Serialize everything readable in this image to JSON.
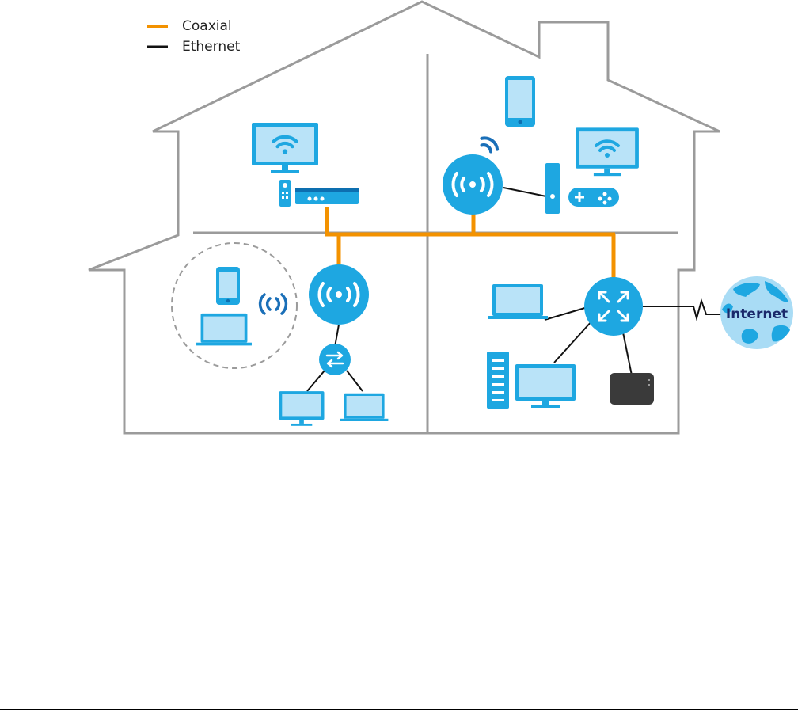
{
  "legend": {
    "coaxial": {
      "label": "Coaxial",
      "color": "#f39200"
    },
    "ethernet": {
      "label": "Ethernet",
      "color": "#111111"
    }
  },
  "internet_label": "Internet",
  "colors": {
    "house_outline": "#9b9b9b",
    "device_blue": "#1ea7e1",
    "device_light": "#b9e3f8",
    "device_dark": "#0d6fb0",
    "nas_gray": "#3a3a3a",
    "globe_fill": "#a9dcf5",
    "globe_land": "#1ea7e1"
  },
  "icons": [
    "smart-tv-icon",
    "set-top-box-icon",
    "remote-control-icon",
    "tablet-icon",
    "smartphone-icon",
    "laptop-icon",
    "monitor-icon",
    "wifi-extender-icon",
    "wifi-signal-icon",
    "game-console-icon",
    "gamepad-icon",
    "router-icon",
    "switch-icon",
    "desktop-pc-icon",
    "nas-icon",
    "globe-icon"
  ]
}
